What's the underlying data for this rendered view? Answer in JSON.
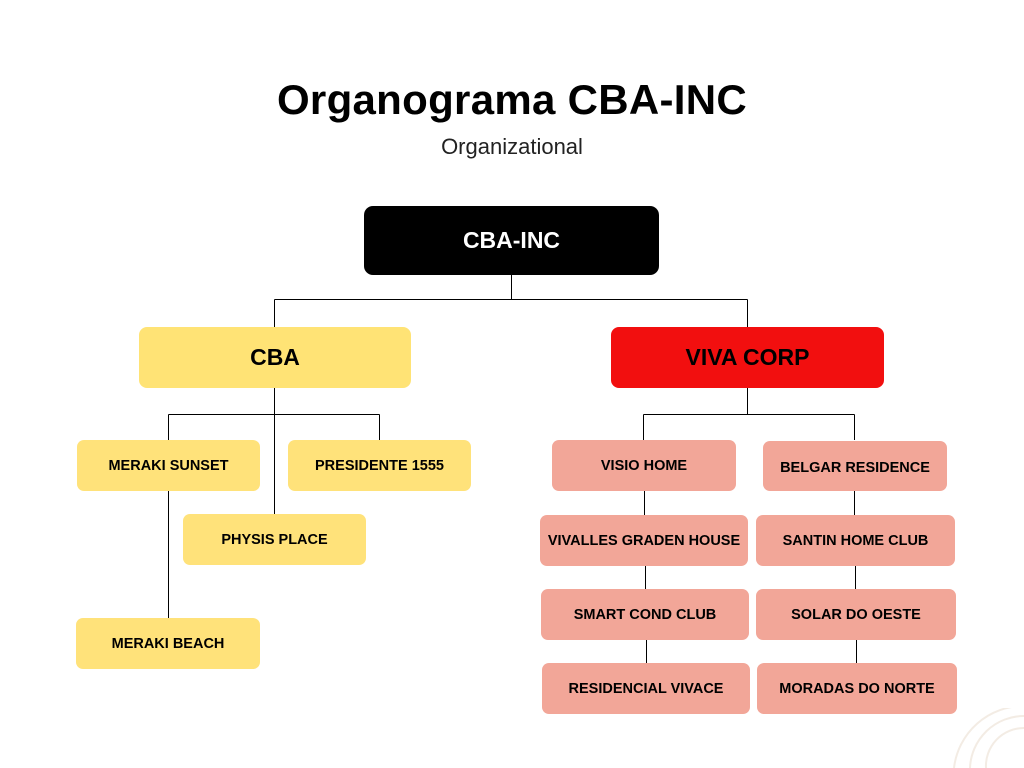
{
  "title": "Organograma CBA-INC",
  "subtitle": "Organizational",
  "colors": {
    "root_fill": "#000000",
    "root_text": "#ffffff",
    "cba_fill": "#ffe375",
    "viva_fill": "#f20f0f",
    "cba_leaf_fill": "#ffe27a",
    "viva_leaf_fill": "#f2a698",
    "connector": "#000000"
  },
  "nodes": {
    "root": "CBA-INC",
    "cba": "CBA",
    "viva": "VIVA CORP",
    "meraki_sunset": "MERAKI SUNSET",
    "presidente_1555": "PRESIDENTE 1555",
    "physis_place": "PHYSIS PLACE",
    "meraki_beach": "MERAKI BEACH",
    "visio_home": "VISIO HOME",
    "belgar_residence": "BELGAR RESIDENCE",
    "vivalles_graden_house": "VIVALLES GRADEN HOUSE",
    "santin_home_club": "SANTIN HOME CLUB",
    "smart_cond_club": "SMART COND CLUB",
    "solar_do_oeste": "SOLAR DO OESTE",
    "residencial_vivace": "RESIDENCIAL VIVACE",
    "moradas_do_norte": "MORADAS DO NORTE"
  },
  "edges": [
    [
      "root",
      "cba"
    ],
    [
      "root",
      "viva"
    ],
    [
      "cba",
      "meraki_sunset"
    ],
    [
      "cba",
      "physis_place"
    ],
    [
      "cba",
      "presidente_1555"
    ],
    [
      "meraki_sunset",
      "meraki_beach"
    ],
    [
      "viva",
      "visio_home"
    ],
    [
      "viva",
      "belgar_residence"
    ],
    [
      "visio_home",
      "vivalles_graden_house"
    ],
    [
      "vivalles_graden_house",
      "smart_cond_club"
    ],
    [
      "smart_cond_club",
      "residencial_vivace"
    ],
    [
      "belgar_residence",
      "santin_home_club"
    ],
    [
      "santin_home_club",
      "solar_do_oeste"
    ],
    [
      "solar_do_oeste",
      "moradas_do_norte"
    ]
  ]
}
